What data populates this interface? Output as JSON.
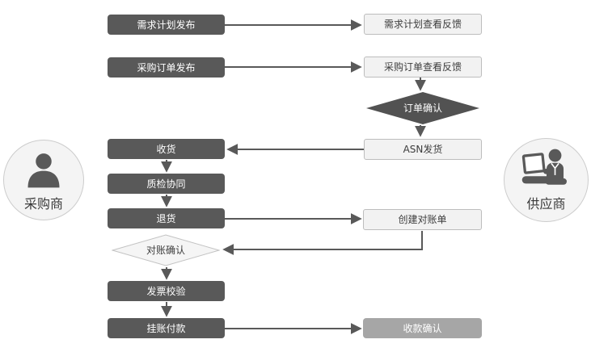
{
  "diagram": {
    "actors": {
      "buyer": {
        "label": "采购商",
        "icon": "person-icon"
      },
      "supplier": {
        "label": "供应商",
        "icon": "person-laptop-icon"
      }
    },
    "nodes": {
      "demand_publish": {
        "label": "需求计划发布",
        "style": "dark"
      },
      "po_publish": {
        "label": "采购订单发布",
        "style": "dark"
      },
      "receive": {
        "label": "收货",
        "style": "dark"
      },
      "qc_collab": {
        "label": "质检协同",
        "style": "dark"
      },
      "return_goods": {
        "label": "退货",
        "style": "dark"
      },
      "invoice_check": {
        "label": "发票校验",
        "style": "dark"
      },
      "payment": {
        "label": "挂账付款",
        "style": "dark"
      },
      "demand_view": {
        "label": "需求计划查看反馈",
        "style": "light"
      },
      "po_view": {
        "label": "采购订单查看反馈",
        "style": "light"
      },
      "order_confirm": {
        "label": "订单确认",
        "style": "diamond-dark"
      },
      "asn_ship": {
        "label": "ASN发货",
        "style": "light"
      },
      "create_statement": {
        "label": "创建对账单",
        "style": "light"
      },
      "recon_confirm": {
        "label": "对账确认",
        "style": "diamond-light"
      },
      "collect_confirm": {
        "label": "收款确认",
        "style": "medium"
      }
    },
    "edges": [
      {
        "from": "demand_publish",
        "to": "demand_view"
      },
      {
        "from": "po_publish",
        "to": "po_view"
      },
      {
        "from": "po_view",
        "to": "order_confirm"
      },
      {
        "from": "order_confirm",
        "to": "asn_ship"
      },
      {
        "from": "asn_ship",
        "to": "receive"
      },
      {
        "from": "receive",
        "to": "qc_collab"
      },
      {
        "from": "qc_collab",
        "to": "return_goods"
      },
      {
        "from": "return_goods",
        "to": "create_statement"
      },
      {
        "from": "create_statement",
        "to": "recon_confirm"
      },
      {
        "from": "recon_confirm",
        "to": "invoice_check"
      },
      {
        "from": "invoice_check",
        "to": "payment"
      },
      {
        "from": "payment",
        "to": "collect_confirm"
      }
    ],
    "colors": {
      "dark_node": "#595959",
      "dark_diamond": "#525252",
      "light_fill": "#f2f2f2",
      "light_border": "#bdbdbd",
      "medium_node": "#a6a6a6",
      "arrow": "#595959",
      "text_dark": "#3d3d3d",
      "text_light": "#ffffff"
    }
  }
}
